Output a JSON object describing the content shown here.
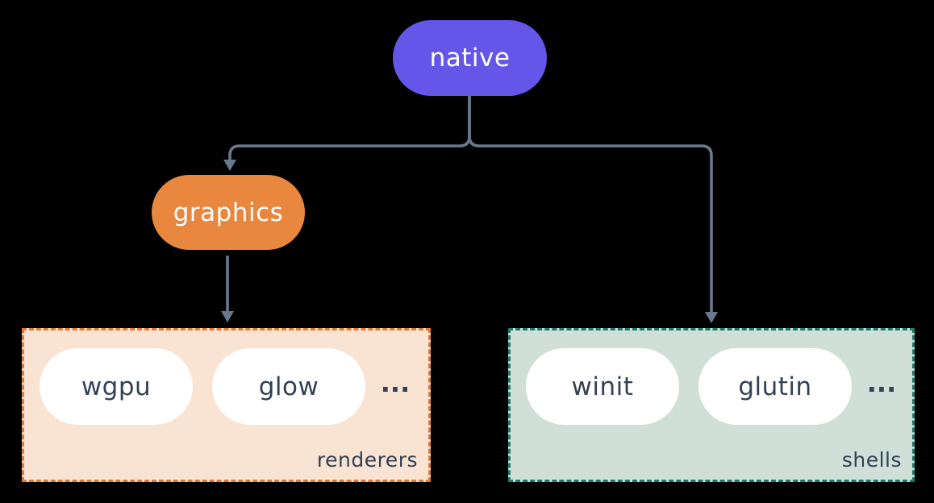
{
  "diagram": {
    "type": "tree",
    "background": "#000000",
    "root": {
      "id": "native",
      "label": "native",
      "color": "#6356e8",
      "text_color": "#ffffff"
    },
    "nodes": [
      {
        "id": "graphics",
        "label": "graphics",
        "color": "#e8873d",
        "text_color": "#ffffff"
      }
    ],
    "groups": [
      {
        "id": "renderers",
        "label": "renderers",
        "items": [
          "wgpu",
          "glow"
        ],
        "ellipsis": "...",
        "bg_color": "#f9e3d3",
        "border_color": "#e07b35",
        "border_style": "dashed"
      },
      {
        "id": "shells",
        "label": "shells",
        "items": [
          "winit",
          "glutin"
        ],
        "ellipsis": "...",
        "bg_color": "#d0e0d9",
        "border_color": "#1e7a6a",
        "border_style": "dashed"
      }
    ],
    "edges": [
      {
        "from": "native",
        "to": "graphics"
      },
      {
        "from": "native",
        "to": "shells"
      },
      {
        "from": "graphics",
        "to": "renderers"
      }
    ],
    "colors": {
      "connector": "#69798d",
      "pill_bg": "#ffffff",
      "pill_text": "#334155",
      "label_text": "#334155"
    }
  }
}
